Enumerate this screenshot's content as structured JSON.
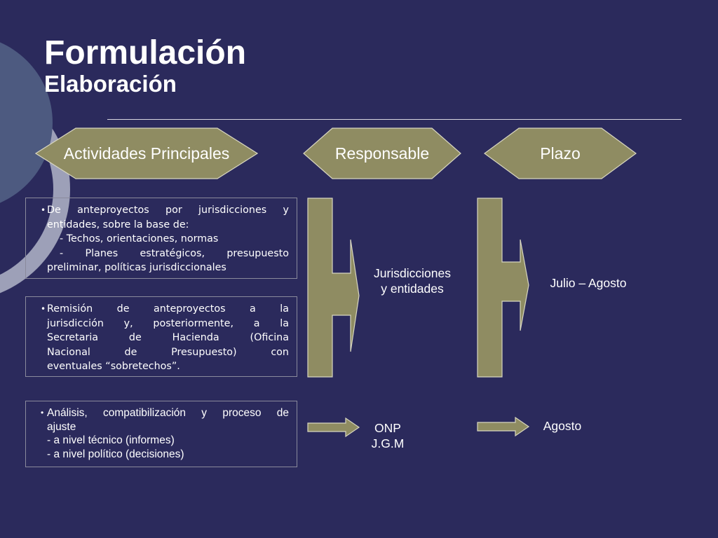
{
  "slide": {
    "title": "Formulación",
    "subtitle": "Elaboración"
  },
  "headers": {
    "activities": "Actividades Principales",
    "responsible": "Responsable",
    "deadline": "Plazo"
  },
  "activities": [
    {
      "lines": [
        "De anteproyectos por jurisdicciones y",
        "entidades, sobre la base de:",
        "-  Techos, orientaciones, normas",
        "-  Planes estratégicos, presupuesto",
        "preliminar, políticas jurisdiccionales"
      ]
    },
    {
      "lines": [
        "Remisión de anteproyectos a la",
        "jurisdicción y, posteriormente, a la",
        "Secretaria de Hacienda (Oficina",
        "Nacional de Presupuesto) con",
        "eventuales “sobretechos”."
      ]
    },
    {
      "lines": [
        "Análisis, compatibilización y proceso de",
        "ajuste",
        " - a nivel técnico (informes)",
        " - a nivel político (decisiones)"
      ]
    }
  ],
  "responsible": [
    {
      "line1": "Jurisdicciones",
      "line2": "y entidades"
    },
    {
      "line1": "ONP",
      "line2": "J.G.M"
    }
  ],
  "deadline": [
    {
      "text": "Julio – Agosto"
    },
    {
      "text": "Agosto"
    }
  ],
  "colors": {
    "background": "#2b2a5c",
    "hexagon_fill": "#8f8c62",
    "arrow_fill": "#8f8c62",
    "deco_light": "#9da0b8",
    "deco_dark": "#4d5a80"
  }
}
